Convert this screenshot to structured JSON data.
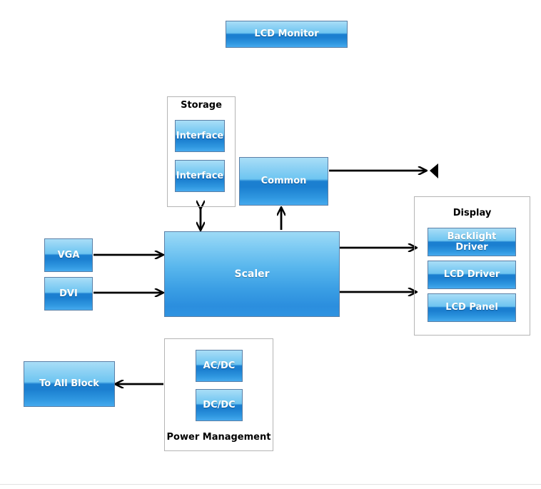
{
  "diagram": {
    "title_block": {
      "label": "LCD Monitor"
    },
    "groups": [
      {
        "id": "storage",
        "title": "Storage"
      },
      {
        "id": "display",
        "title": "Display"
      },
      {
        "id": "power",
        "title": "Power Management"
      }
    ],
    "blocks": [
      {
        "id": "lcd-monitor",
        "label": "LCD Monitor"
      },
      {
        "id": "interface-1",
        "label": "Interface"
      },
      {
        "id": "interface-2",
        "label": "Interface"
      },
      {
        "id": "common",
        "label": "Common"
      },
      {
        "id": "vga",
        "label": "VGA"
      },
      {
        "id": "dvi",
        "label": "DVI"
      },
      {
        "id": "scaler",
        "label": "Scaler"
      },
      {
        "id": "backlight-driver",
        "label": "Backlight Driver"
      },
      {
        "id": "lcd-driver",
        "label": "LCD Driver"
      },
      {
        "id": "lcd-panel",
        "label": "LCD Panel"
      },
      {
        "id": "ac-dc",
        "label": "AC/DC"
      },
      {
        "id": "dc-dc",
        "label": "DC/DC"
      },
      {
        "id": "to-all-block",
        "label": "To All Block"
      }
    ],
    "icons": [
      {
        "id": "speaker",
        "name": "speaker-icon"
      }
    ],
    "connections": [
      {
        "from": "vga",
        "to": "scaler",
        "style": "arrow"
      },
      {
        "from": "dvi",
        "to": "scaler",
        "style": "arrow"
      },
      {
        "from": "storage",
        "to": "scaler",
        "style": "double-arrow"
      },
      {
        "from": "scaler",
        "to": "common",
        "style": "arrow"
      },
      {
        "from": "common",
        "to": "speaker",
        "style": "arrow"
      },
      {
        "from": "scaler",
        "to": "backlight-driver",
        "style": "arrow"
      },
      {
        "from": "scaler",
        "to": "lcd-panel",
        "style": "arrow"
      },
      {
        "from": "power",
        "to": "to-all-block",
        "style": "arrow"
      }
    ],
    "colors": {
      "block_light": "#a9def7",
      "block_dark": "#1b7fd0",
      "block_border": "#5b7fa6",
      "group_border": "#b4b4b4",
      "connector": "#000000",
      "text_on_block": "#ffffff",
      "text_label": "#000000",
      "background": "#ffffff"
    }
  }
}
